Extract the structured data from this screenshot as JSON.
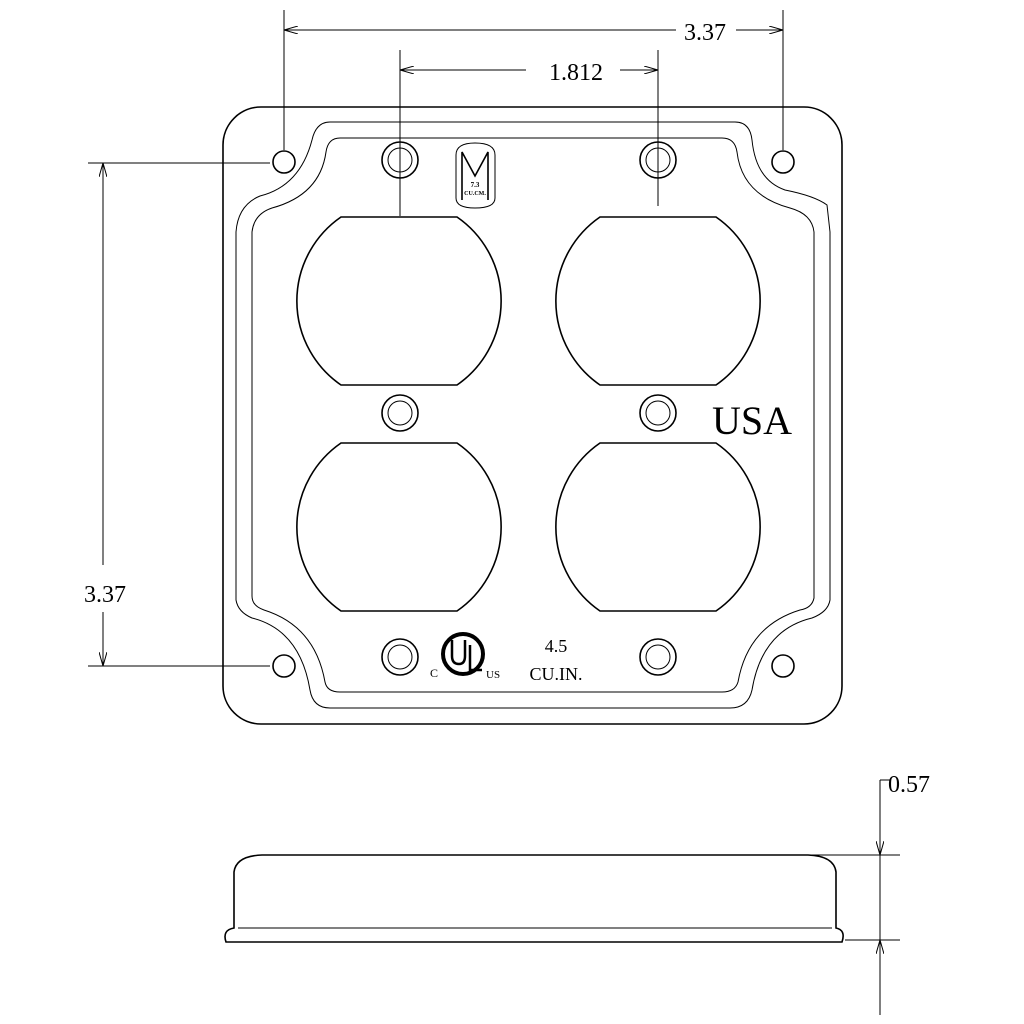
{
  "dimensions": {
    "top_width": "3.37",
    "device_spacing": "1.812",
    "left_height": "3.37",
    "depth": "0.57"
  },
  "labels": {
    "country": "USA",
    "volume_value": "4.5",
    "volume_unit": "CU.IN.",
    "ul_c": "C",
    "ul_us": "US",
    "ul_mark": "UL",
    "logo_letter": "M",
    "logo_volume": "7.3",
    "logo_unit": "CU.CM."
  }
}
